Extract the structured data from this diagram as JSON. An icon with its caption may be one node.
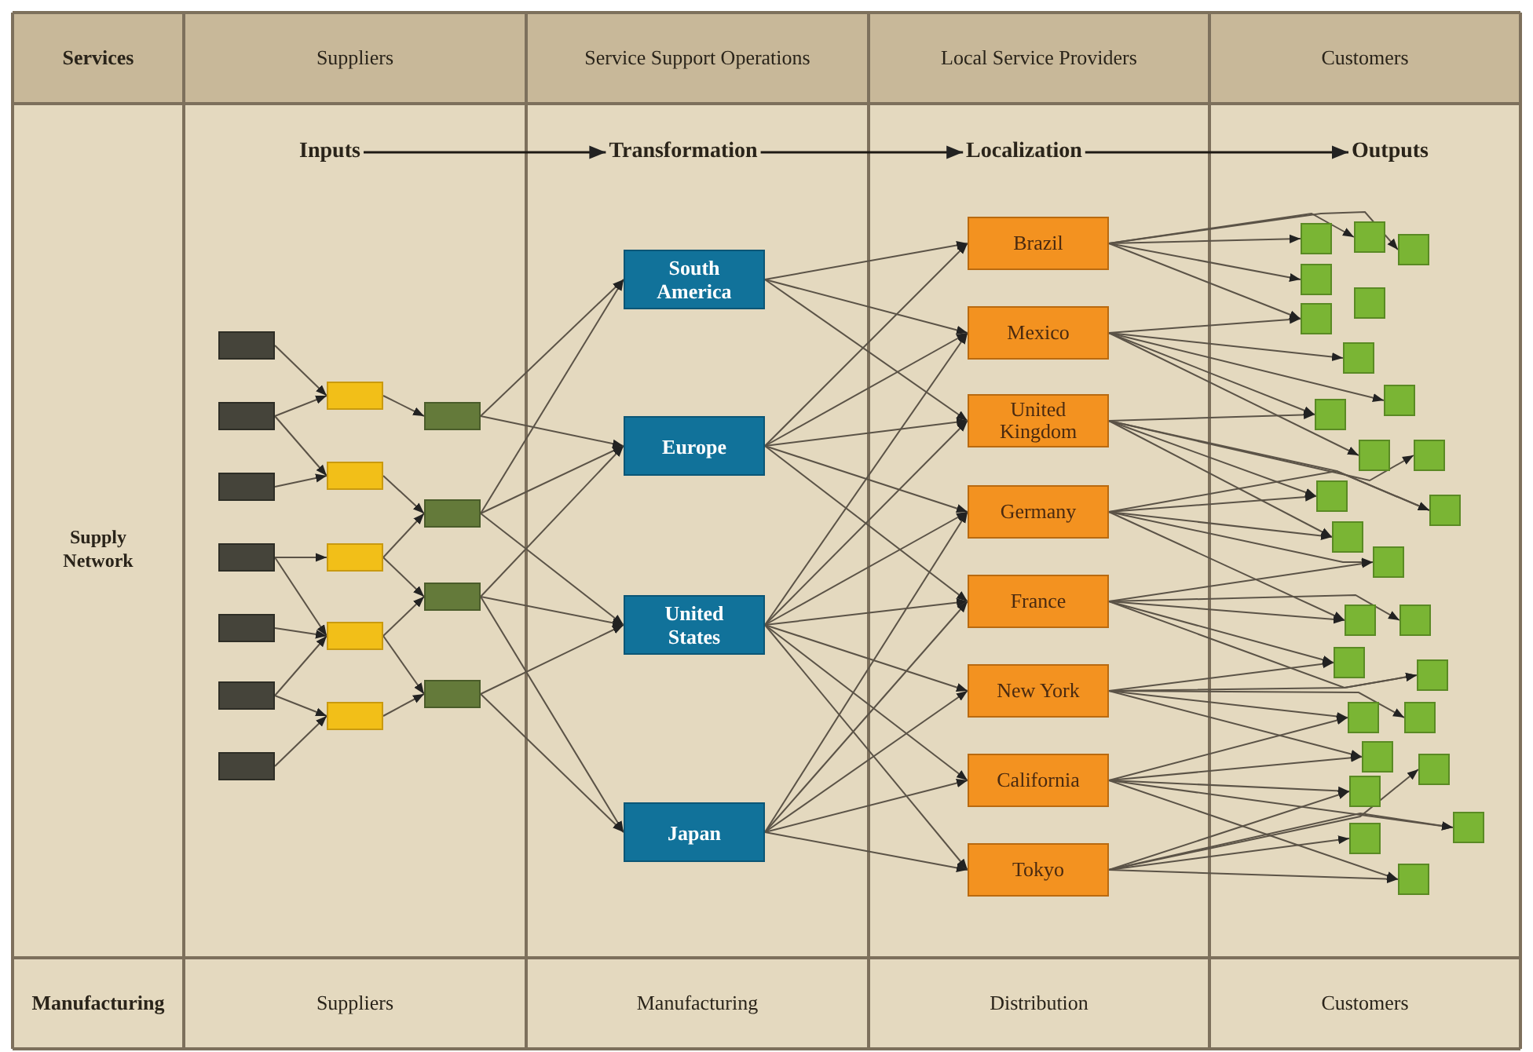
{
  "diagram": {
    "nodes": [
      {
        "text": [
          "Inputs"
        ]
      },
      {
        "text": [
          "Transformation"
        ]
      },
      {
        "text": [
          "Localization"
        ]
      },
      {
        "text": [
          "Outputs"
        ]
      },
      {
        "text": [],
        "shape": "box"
      },
      {
        "text": [],
        "shape": "box"
      },
      {
        "text": [],
        "shape": "box"
      },
      {
        "text": [],
        "shape": "box"
      },
      {
        "text": [],
        "shape": "box"
      },
      {
        "text": [],
        "shape": "box"
      },
      {
        "text": [],
        "shape": "box"
      },
      {
        "text": [],
        "shape": "box"
      },
      {
        "text": [],
        "shape": "box"
      },
      {
        "text": [],
        "shape": "box"
      },
      {
        "text": [],
        "shape": "box"
      },
      {
        "text": [],
        "shape": "box"
      },
      {
        "text": [],
        "shape": "box"
      },
      {
        "text": [],
        "shape": "box"
      },
      {
        "text": [],
        "shape": "box"
      },
      {
        "text": [],
        "shape": "box"
      },
      {
        "text": [
          "South America"
        ]
      },
      {
        "text": [
          "Europe"
        ]
      },
      {
        "text": [
          "United States"
        ]
      },
      {
        "text": [
          "Japan"
        ]
      },
      {
        "text": [
          "Brazil"
        ]
      },
      {
        "text": [
          "Mexico"
        ]
      },
      {
        "text": [
          "United Kingdom"
        ]
      },
      {
        "text": [
          "Germany"
        ]
      },
      {
        "text": [
          "France"
        ]
      },
      {
        "text": [
          "New York"
        ]
      },
      {
        "text": [
          "California"
        ]
      },
      {
        "text": [
          "Tokyo"
        ]
      },
      {
        "text": [],
        "shape": "box"
      },
      {
        "text": [],
        "shape": "box"
      },
      {
        "text": [],
        "shape": "box"
      },
      {
        "text": [],
        "shape": "box"
      },
      {
        "text": [],
        "shape": "box"
      },
      {
        "text": [],
        "shape": "box"
      },
      {
        "text": [],
        "shape": "box"
      },
      {
        "text": [],
        "shape": "box"
      },
      {
        "text": [],
        "shape": "box"
      },
      {
        "text": [],
        "shape": "box"
      },
      {
        "text": [],
        "shape": "box"
      },
      {
        "text": [],
        "shape": "box"
      },
      {
        "text": [],
        "shape": "box"
      },
      {
        "text": [],
        "shape": "box"
      },
      {
        "text": [],
        "shape": "box"
      },
      {
        "text": [],
        "shape": "box"
      },
      {
        "text": [],
        "shape": "box"
      },
      {
        "text": [],
        "shape": "box"
      },
      {
        "text": [],
        "shape": "box"
      },
      {
        "text": [],
        "shape": "box"
      },
      {
        "text": [],
        "shape": "box"
      },
      {
        "text": [],
        "shape": "box"
      },
      {
        "text": [],
        "shape": "box"
      },
      {
        "text": [],
        "shape": "box"
      },
      {
        "text": [],
        "shape": "box"
      },
      {
        "text": [],
        "shape": "box"
      },
      {
        "text": [],
        "shape": "box"
      }
    ],
    "edges": [
      {
        "from": 0,
        "to": 1,
        "arrow": "to"
      },
      {
        "from": 1,
        "to": 2,
        "arrow": "to"
      },
      {
        "from": 2,
        "to": 3,
        "arrow": "to"
      },
      {
        "from": 4,
        "to": 11,
        "arrow": "to"
      },
      {
        "from": 5,
        "to": 11,
        "arrow": "to"
      },
      {
        "from": 5,
        "to": 12,
        "arrow": "to"
      },
      {
        "from": 6,
        "to": 12,
        "arrow": "to"
      },
      {
        "from": 7,
        "to": 13,
        "arrow": "to"
      },
      {
        "from": 7,
        "to": 14,
        "arrow": "to"
      },
      {
        "from": 8,
        "to": 14,
        "arrow": "to"
      },
      {
        "from": 9,
        "to": 14,
        "arrow": "to"
      },
      {
        "from": 9,
        "to": 15,
        "arrow": "to"
      },
      {
        "from": 10,
        "to": 15,
        "arrow": "to"
      },
      {
        "from": 11,
        "to": 16,
        "arrow": "to"
      },
      {
        "from": 12,
        "to": 17,
        "arrow": "to"
      },
      {
        "from": 13,
        "to": 17,
        "arrow": "to"
      },
      {
        "from": 13,
        "to": 18,
        "arrow": "to"
      },
      {
        "from": 14,
        "to": 18,
        "arrow": "to"
      },
      {
        "from": 14,
        "to": 19,
        "arrow": "to"
      },
      {
        "from": 15,
        "to": 19,
        "arrow": "to"
      },
      {
        "from": 16,
        "to": 20,
        "arrow": "to"
      },
      {
        "from": 16,
        "to": 21,
        "arrow": "to"
      },
      {
        "from": 17,
        "to": 20,
        "arrow": "to"
      },
      {
        "from": 17,
        "to": 21,
        "arrow": "to"
      },
      {
        "from": 17,
        "to": 22,
        "arrow": "to"
      },
      {
        "from": 18,
        "to": 21,
        "arrow": "to"
      },
      {
        "from": 18,
        "to": 22,
        "arrow": "to"
      },
      {
        "from": 18,
        "to": 23,
        "arrow": "to"
      },
      {
        "from": 19,
        "to": 22,
        "arrow": "to"
      },
      {
        "from": 19,
        "to": 23,
        "arrow": "to"
      },
      {
        "from": 20,
        "to": 24,
        "arrow": "to"
      },
      {
        "from": 20,
        "to": 25,
        "arrow": "to"
      },
      {
        "from": 20,
        "to": 26,
        "arrow": "to"
      },
      {
        "from": 21,
        "to": 24,
        "arrow": "to"
      },
      {
        "from": 21,
        "to": 25,
        "arrow": "to"
      },
      {
        "from": 21,
        "to": 26,
        "arrow": "to"
      },
      {
        "from": 21,
        "to": 27,
        "arrow": "to"
      },
      {
        "from": 21,
        "to": 28,
        "arrow": "to"
      },
      {
        "from": 22,
        "to": 25,
        "arrow": "to"
      },
      {
        "from": 22,
        "to": 26,
        "arrow": "to"
      },
      {
        "from": 22,
        "to": 27,
        "arrow": "to"
      },
      {
        "from": 22,
        "to": 28,
        "arrow": "to"
      },
      {
        "from": 22,
        "to": 29,
        "arrow": "to"
      },
      {
        "from": 22,
        "to": 30,
        "arrow": "to"
      },
      {
        "from": 22,
        "to": 31,
        "arrow": "to"
      },
      {
        "from": 23,
        "to": 27,
        "arrow": "to"
      },
      {
        "from": 23,
        "to": 28,
        "arrow": "to"
      },
      {
        "from": 23,
        "to": 29,
        "arrow": "to"
      },
      {
        "from": 23,
        "to": 30,
        "arrow": "to"
      },
      {
        "from": 23,
        "to": 31,
        "arrow": "to"
      },
      {
        "from": 24,
        "to": 32,
        "arrow": "to"
      },
      {
        "from": 24,
        "to": 33,
        "arrow": "to"
      },
      {
        "from": 24,
        "to": 34,
        "arrow": "to"
      },
      {
        "from": 24,
        "to": 35,
        "arrow": "to"
      },
      {
        "from": 24,
        "to": 37,
        "arrow": "to"
      },
      {
        "from": 25,
        "to": 37,
        "arrow": "to"
      },
      {
        "from": 25,
        "to": 38,
        "arrow": "to"
      },
      {
        "from": 25,
        "to": 39,
        "arrow": "to"
      },
      {
        "from": 25,
        "to": 40,
        "arrow": "to"
      },
      {
        "from": 25,
        "to": 41,
        "arrow": "to"
      },
      {
        "from": 26,
        "to": 40,
        "arrow": "to"
      },
      {
        "from": 26,
        "to": 42,
        "arrow": "to"
      },
      {
        "from": 26,
        "to": 43,
        "arrow": "to"
      },
      {
        "from": 26,
        "to": 44,
        "arrow": "to"
      },
      {
        "from": 26,
        "to": 45,
        "arrow": "to"
      },
      {
        "from": 27,
        "to": 43,
        "arrow": "to"
      },
      {
        "from": 27,
        "to": 44,
        "arrow": "to"
      },
      {
        "from": 27,
        "to": 45,
        "arrow": "to"
      },
      {
        "from": 27,
        "to": 46,
        "arrow": "to"
      },
      {
        "from": 27,
        "to": 47,
        "arrow": "to"
      },
      {
        "from": 28,
        "to": 46,
        "arrow": "to"
      },
      {
        "from": 28,
        "to": 47,
        "arrow": "to"
      },
      {
        "from": 28,
        "to": 48,
        "arrow": "to"
      },
      {
        "from": 28,
        "to": 49,
        "arrow": "to"
      },
      {
        "from": 28,
        "to": 50,
        "arrow": "to"
      },
      {
        "from": 29,
        "to": 49,
        "arrow": "to"
      },
      {
        "from": 29,
        "to": 50,
        "arrow": "to"
      },
      {
        "from": 29,
        "to": 51,
        "arrow": "to"
      },
      {
        "from": 29,
        "to": 52,
        "arrow": "to"
      },
      {
        "from": 29,
        "to": 53,
        "arrow": "to"
      },
      {
        "from": 30,
        "to": 51,
        "arrow": "to"
      },
      {
        "from": 30,
        "to": 53,
        "arrow": "to"
      },
      {
        "from": 30,
        "to": 58,
        "arrow": "to"
      },
      {
        "from": 30,
        "to": 55,
        "arrow": "to"
      },
      {
        "from": 30,
        "to": 56,
        "arrow": "to"
      },
      {
        "from": 31,
        "to": 54,
        "arrow": "to"
      },
      {
        "from": 31,
        "to": 55,
        "arrow": "to"
      },
      {
        "from": 31,
        "to": 56,
        "arrow": "to"
      },
      {
        "from": 31,
        "to": 57,
        "arrow": "to"
      },
      {
        "from": 31,
        "to": 58,
        "arrow": "to"
      }
    ],
    "labels": [
      "Services",
      "Suppliers",
      "Service Support Operations",
      "Local Service Providers",
      "Customers",
      "Supply Network",
      "Manufacturing",
      "Suppliers",
      "Manufacturing",
      "Distribution",
      "Customers"
    ]
  }
}
